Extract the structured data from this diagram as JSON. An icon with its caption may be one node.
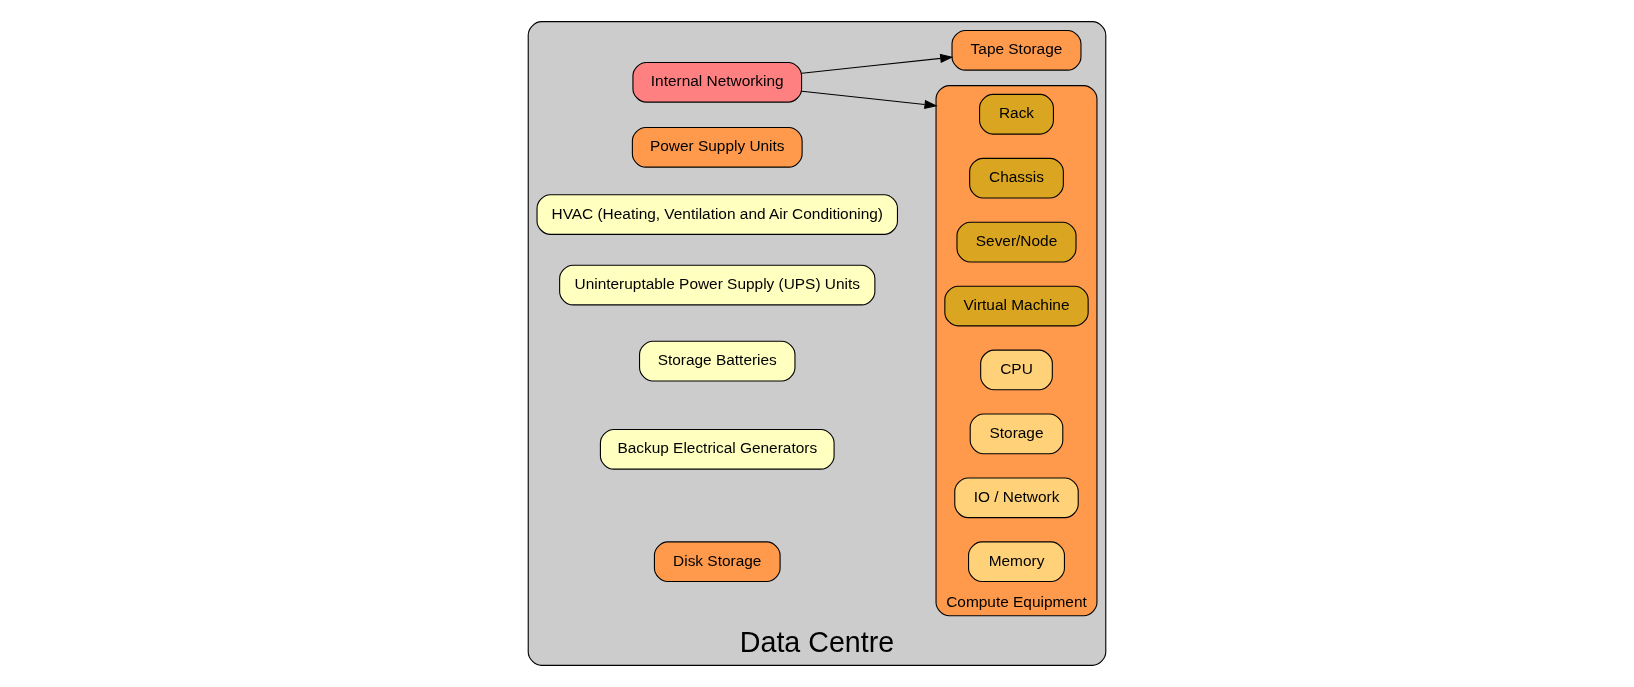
{
  "diagram": {
    "nodes": [
      {
        "text": [
          "Data Centre"
        ]
      },
      {
        "text": [
          "Internal Networking"
        ],
        "in": 0
      },
      {
        "text": [
          "Compute Equipment"
        ],
        "in": 0
      },
      {
        "text": [
          "Rack"
        ],
        "in": 2
      },
      {
        "text": [
          "Chassis"
        ],
        "in": 2
      },
      {
        "text": [
          "Sever/Node"
        ],
        "in": 2
      },
      {
        "text": [
          "Virtual Machine"
        ],
        "in": 2
      },
      {
        "text": [
          "CPU"
        ],
        "in": 2
      },
      {
        "text": [
          "Storage"
        ],
        "in": 2
      },
      {
        "text": [
          "IO / Network"
        ],
        "in": 2
      },
      {
        "text": [
          "Memory"
        ],
        "in": 2
      },
      {
        "text": [
          "Power Supply Units"
        ],
        "in": 0
      },
      {
        "text": [
          "HVAC (Heating, Ventilation and Air Conditioning)"
        ],
        "in": 0
      },
      {
        "text": [
          "Uninteruptable Power Supply (UPS) Units"
        ],
        "in": 0
      },
      {
        "text": [
          "Storage Batteries"
        ],
        "in": 0
      },
      {
        "text": [
          "Backup Electrical Generators"
        ],
        "in": 0
      },
      {
        "text": [
          "Tape Storage"
        ],
        "in": 0
      },
      {
        "text": [
          "Disk Storage"
        ],
        "in": 0
      }
    ],
    "edges": [
      {
        "from": 1,
        "to": 2,
        "arrow": "to"
      },
      {
        "from": 1,
        "to": 16,
        "arrow": "to"
      }
    ]
  }
}
